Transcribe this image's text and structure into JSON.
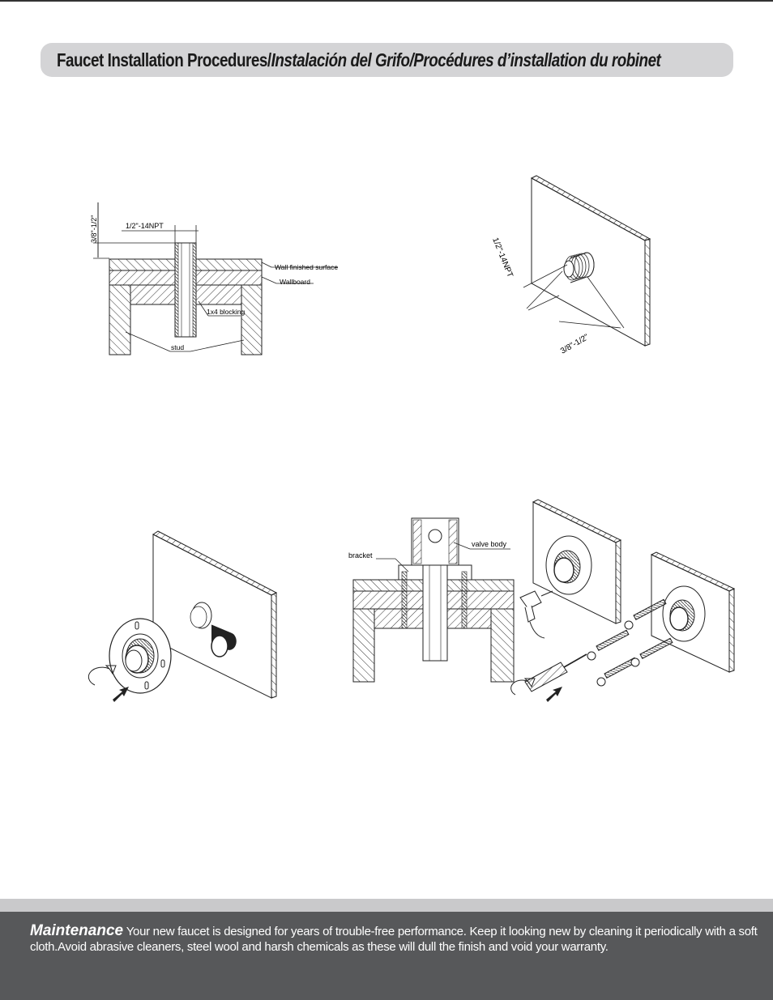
{
  "banner": {
    "title_en": "Faucet Installation Procedures/",
    "title_es_fr": "Instalación del Grifo/Procédures d’installation du robinet"
  },
  "figure1": {
    "dim_vertical": "3/8\"-1/2\"",
    "dim_thread": "1/2\"-14NPT",
    "label_surface": "Wall finished surface",
    "label_wallboard": "Wallboard",
    "label_blocking": "1x4 blocking",
    "label_stud": "stud"
  },
  "figure2": {
    "dim_thread": "1/2\"-14NPT",
    "dim_length": "3/8\"-1/2\""
  },
  "figure4": {
    "label_bracket": "bracket",
    "label_valve": "valve body"
  },
  "footer": {
    "heading": "Maintenance",
    "body": "Your new faucet is designed for years of trouble-free performance. Keep it looking new by cleaning it periodically with a soft cloth.Avoid abrasive cleaners, steel wool and harsh chemicals as these will dull the finish and void your warranty."
  }
}
